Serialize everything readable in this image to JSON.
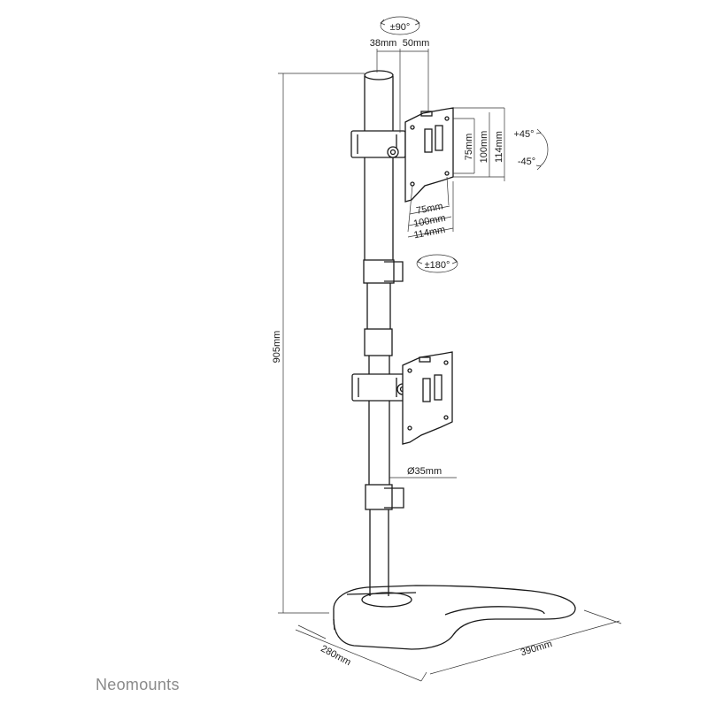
{
  "brand": {
    "name": "Neomounts"
  },
  "dimensions": {
    "height": "905mm",
    "pole_diameter": "Ø35mm",
    "base_depth": "280mm",
    "base_width": "390mm",
    "offset_a": "38mm",
    "offset_b": "50mm",
    "vesa_v_75": "75mm",
    "vesa_v_100": "100mm",
    "vesa_v_114": "114mm",
    "vesa_h_75": "75mm",
    "vesa_h_100": "100mm",
    "vesa_h_114": "114mm"
  },
  "rotations": {
    "swivel": "±90°",
    "rotate": "±180°",
    "tilt_up": "+45°",
    "tilt_down": "-45°"
  },
  "colors": {
    "line": "#1a1a1a",
    "brand": "#8a8a8a",
    "background": "#ffffff"
  }
}
